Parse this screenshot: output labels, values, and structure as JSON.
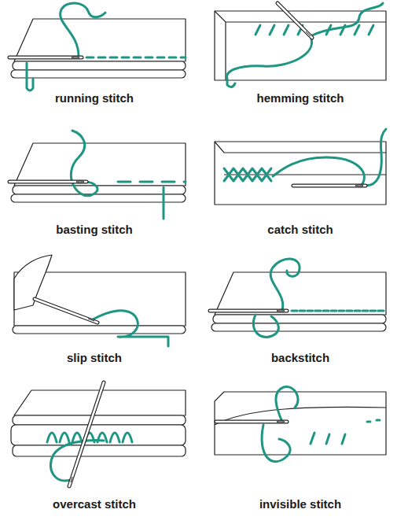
{
  "diagram": {
    "labels": [
      "running stitch",
      "hemming stitch",
      "basting stitch",
      "catch stitch",
      "slip stitch",
      "backstitch",
      "overcast stitch",
      "invisible stitch"
    ]
  }
}
